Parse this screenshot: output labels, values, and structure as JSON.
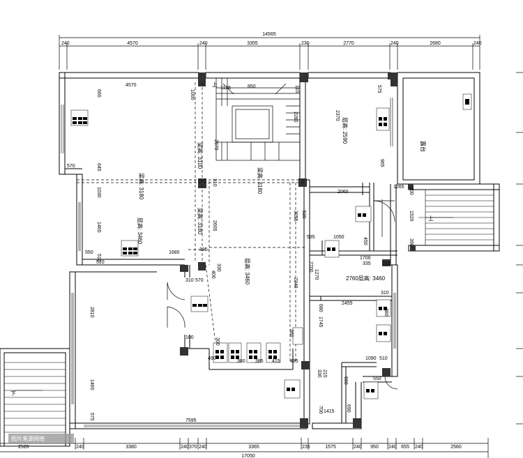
{
  "top_dims": {
    "total": "14565",
    "segments": [
      "240",
      "4570",
      "240",
      "3355",
      "230",
      "2770",
      "240",
      "2680",
      "240"
    ]
  },
  "bottom_dims": {
    "total": "17050",
    "segments": [
      "2520",
      "240",
      "3380",
      "240",
      "370",
      "240",
      "3365",
      "235",
      "1575",
      "240",
      "950",
      "240",
      "655",
      "240",
      "2560"
    ]
  },
  "interior_dims": [
    "4570",
    "660",
    "1000",
    "1125",
    "850",
    "110",
    "2280",
    "2370",
    "2370",
    "575",
    "570",
    "645",
    "1030",
    "1460",
    "550",
    "510",
    "1680",
    "325",
    "310",
    "510",
    "2605",
    "3055",
    "535",
    "2060",
    "1265",
    "300",
    "1520",
    "390",
    "1050",
    "450",
    "1700",
    "2700",
    "1270",
    "2240",
    "310",
    "570",
    "400",
    "330",
    "2455",
    "680",
    "310",
    "380",
    "2810",
    "1460",
    "575",
    "7595",
    "1745",
    "490",
    "300",
    "360",
    "385",
    "415",
    "495",
    "330",
    "215",
    "1090",
    "510",
    "690",
    "1415",
    "700",
    "690",
    "550",
    "335",
    "310",
    "965",
    "100",
    "530",
    "360"
  ],
  "room_labels": {
    "height_a": "层高: 3460",
    "height_b": "层高: 2590",
    "height_c": "层高: 3460",
    "height_d": "2760层高: 3460",
    "beam_1": "梁高: 3100",
    "beam_2": "梁高: 3180",
    "beam_3": "梁高: 3180",
    "beam_4": "梁高: 3180",
    "terrace": "露台"
  },
  "stair_labels": {
    "up_main": "上",
    "up_right": "上",
    "down_left": "下"
  },
  "watermark": "图片来源网络"
}
